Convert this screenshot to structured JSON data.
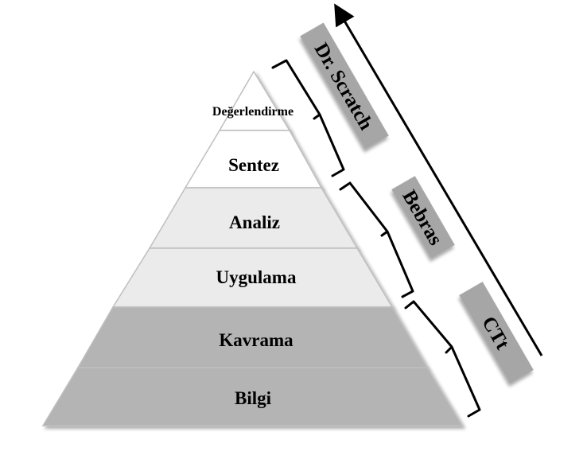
{
  "pyramid": {
    "levels": [
      {
        "label": "Değerlendirme",
        "fill": "#ffffff"
      },
      {
        "label": "Sentez",
        "fill": "#ffffff"
      },
      {
        "label": "Analiz",
        "fill": "#ebebeb"
      },
      {
        "label": "Uygulama",
        "fill": "#ebebeb"
      },
      {
        "label": "Kavrama",
        "fill": "#b4b4b4"
      },
      {
        "label": "Bilgi",
        "fill": "#b4b4b4"
      }
    ]
  },
  "groups": [
    {
      "label": "Dr. Scratch"
    },
    {
      "label": "Bebras"
    },
    {
      "label": "CTt"
    }
  ],
  "colors": {
    "tag_background": "#a6a6a6",
    "outline": "#bfbfbf",
    "bracket": "#000000"
  },
  "icons": {
    "arrow": "arrow-up-left-icon"
  }
}
